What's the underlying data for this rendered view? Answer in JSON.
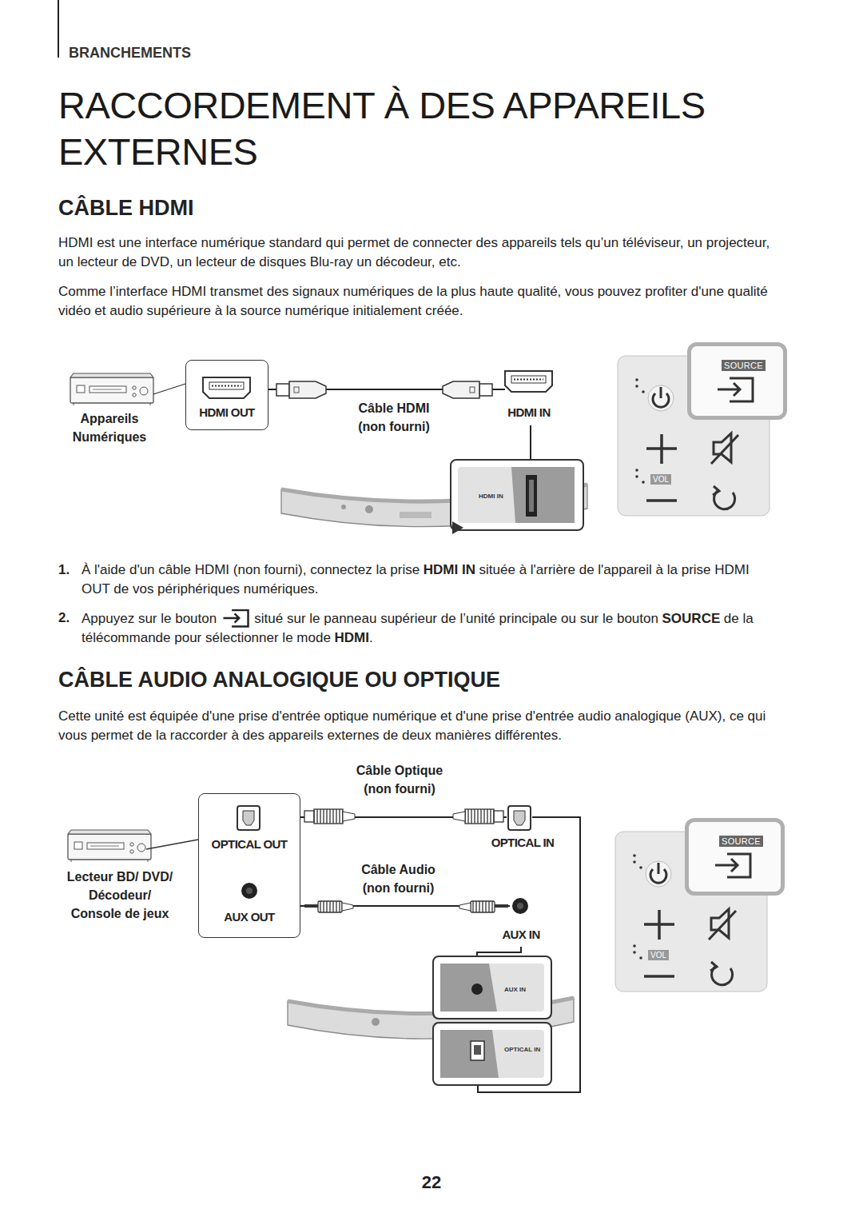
{
  "diagram": {
    "title": "RACCORDEMENT À DES APPAREILS EXTERNES",
    "nodes": [
      {
        "text": [
          "HDMI OUT"
        ]
      },
      {
        "text": [
          "HDMI IN"
        ]
      },
      {
        "text": [
          "SOURCE"
        ]
      },
      {
        "text": [
          "OPTICAL OUT",
          "AUX OUT"
        ]
      },
      {
        "text": [
          "AUX IN"
        ]
      },
      {
        "text": [
          "OPTICAL IN"
        ]
      },
      {
        "text": [
          "SOURCE"
        ]
      }
    ],
    "edges": [
      {
        "from": 0,
        "to": 1,
        "arrow": "none",
        "label": "Câble HDMI (non fourni)"
      },
      {
        "from": 3,
        "to": 5,
        "arrow": "none",
        "label": "Câble Optique (non fourni)"
      },
      {
        "from": 3,
        "to": 4,
        "arrow": "none",
        "label": "Câble Audio (non fourni)"
      }
    ],
    "labels": [
      "BRANCHEMENTS",
      "CÂBLE HDMI",
      "HDMI est une interface numérique standard qui permet de connecter des appareils tels qu’un téléviseur, un projecteur, un lecteur de DVD, un lecteur de disques Blu-ray un décodeur, etc.",
      "Comme l’interface HDMI transmet des signaux numériques de la plus haute qualité, vous pouvez profiter d'une qualité vidéo et audio supérieure à la source numérique initialement créée.",
      "Appareils Numériques",
      "HDMI IN",
      "VOL",
      "1.",
      "À l'aide d'un câble HDMI (non fourni), connectez la prise",
      "HDMI IN",
      "située à l'arrière de l'appareil à la prise HDMI OUT de vos périphériques numériques.",
      "2.",
      "Appuyez sur le bouton",
      "situé sur le panneau supérieur de l’unité principale ou sur le bouton",
      "SOURCE",
      "de la télécommande pour sélectionner le mode",
      "HDMI",
      ".",
      "CÂBLE AUDIO ANALOGIQUE OU OPTIQUE",
      "Cette unité est équipée d'une prise d'entrée optique numérique et d'une prise d'entrée audio analogique (AUX), ce qui vous permet de la raccorder à des appareils externes de deux manières différentes.",
      "Lecteur BD/ DVD/ Décodeur/ Console de jeux",
      "OPTICAL IN",
      "AUX IN",
      "VOL",
      "22"
    ]
  }
}
